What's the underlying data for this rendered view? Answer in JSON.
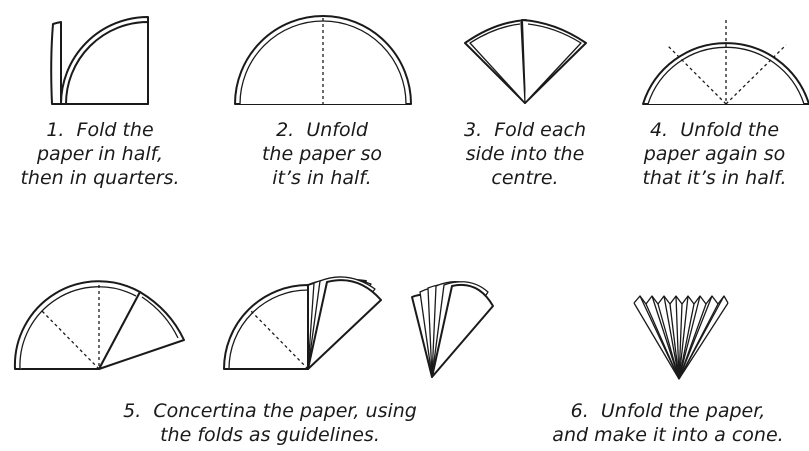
{
  "steps": [
    {
      "number": "1.",
      "lines": [
        "Fold the",
        "paper in half,",
        "then in quarters."
      ]
    },
    {
      "number": "2.",
      "lines": [
        "Unfold",
        "the paper so",
        "it’s in half."
      ]
    },
    {
      "number": "3.",
      "lines": [
        "Fold each",
        "side into the",
        "centre."
      ]
    },
    {
      "number": "4.",
      "lines": [
        "Unfold the",
        "paper again so",
        "that it’s in half."
      ]
    },
    {
      "number": "5.",
      "lines": [
        "Concertina the paper, using",
        "the folds as guidelines."
      ]
    },
    {
      "number": "6.",
      "lines": [
        "Unfold the paper,",
        "and make it into a cone."
      ]
    }
  ]
}
